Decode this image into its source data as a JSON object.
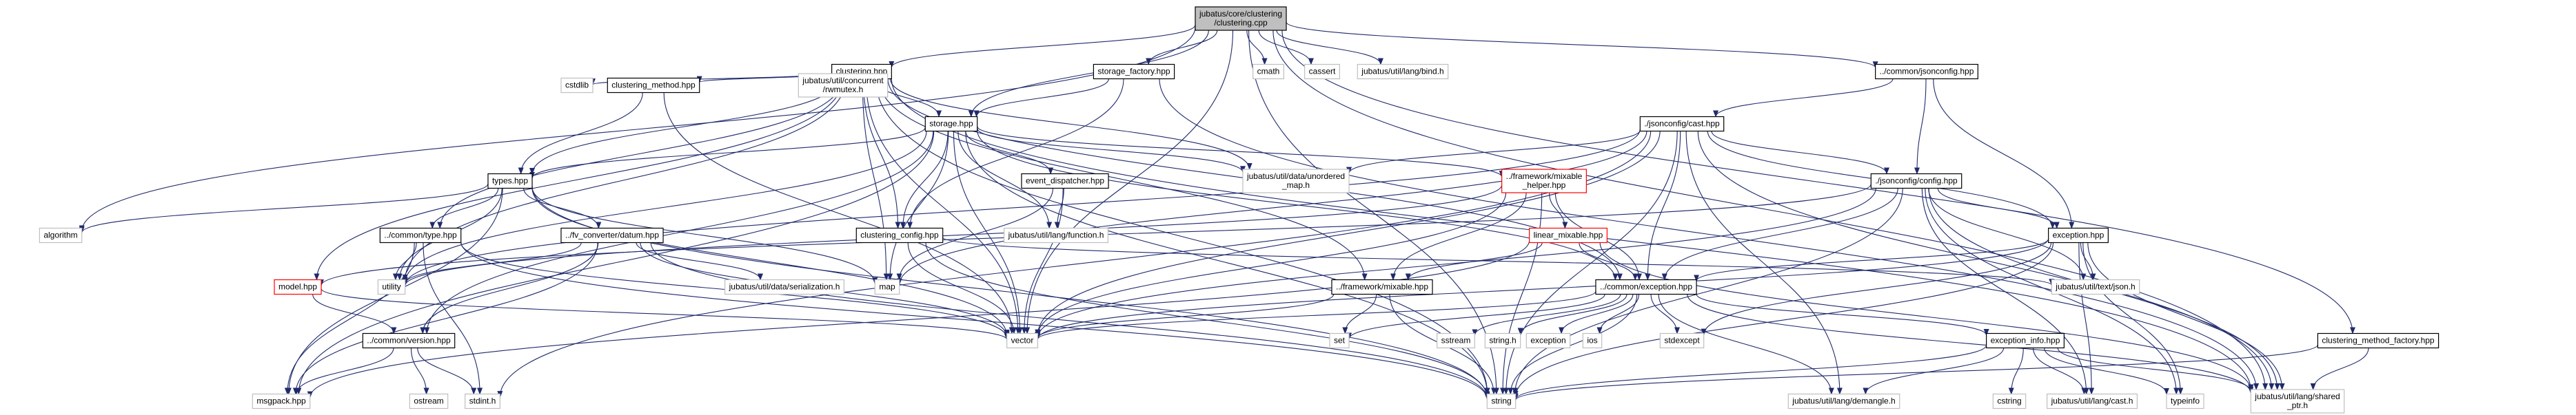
{
  "colors": {
    "edge": "#1f2a6b",
    "node_border": "#bfbfbf",
    "linked_border": "#000000",
    "missing_border": "#ff0000",
    "root_fill": "#bfbfbf"
  },
  "nodes": [
    {
      "id": "root",
      "lines": [
        "jubatus/core/clustering",
        "/clustering.cpp"
      ],
      "kind": "root"
    },
    {
      "id": "clustering_hpp",
      "lines": [
        "clustering.hpp"
      ],
      "kind": "linked"
    },
    {
      "id": "storage_factory_hpp",
      "lines": [
        "storage_factory.hpp"
      ],
      "kind": "linked"
    },
    {
      "id": "cmath",
      "lines": [
        "cmath"
      ],
      "kind": "external"
    },
    {
      "id": "cassert",
      "lines": [
        "cassert"
      ],
      "kind": "external"
    },
    {
      "id": "bind_h",
      "lines": [
        "jubatus/util/lang/bind.h"
      ],
      "kind": "external"
    },
    {
      "id": "common_jsonconfig_hpp",
      "lines": [
        "../common/jsonconfig.hpp"
      ],
      "kind": "linked"
    },
    {
      "id": "cstdlib",
      "lines": [
        "cstdlib"
      ],
      "kind": "external"
    },
    {
      "id": "clustering_method_hpp",
      "lines": [
        "clustering_method.hpp"
      ],
      "kind": "linked"
    },
    {
      "id": "rwmutex_h",
      "lines": [
        "jubatus/util/concurrent",
        "/rwmutex.h"
      ],
      "kind": "external"
    },
    {
      "id": "storage_hpp",
      "lines": [
        "storage.hpp"
      ],
      "kind": "linked"
    },
    {
      "id": "cast_hpp",
      "lines": [
        "./jsonconfig/cast.hpp"
      ],
      "kind": "linked"
    },
    {
      "id": "types_hpp",
      "lines": [
        "types.hpp"
      ],
      "kind": "linked"
    },
    {
      "id": "unordered_map_h",
      "lines": [
        "jubatus/util/data/unordered",
        "_map.h"
      ],
      "kind": "external"
    },
    {
      "id": "event_dispatcher_hpp",
      "lines": [
        "event_dispatcher.hpp"
      ],
      "kind": "linked"
    },
    {
      "id": "mixable_helper_hpp",
      "lines": [
        "../framework/mixable",
        "_helper.hpp"
      ],
      "kind": "missing"
    },
    {
      "id": "jsonconfig_config_hpp",
      "lines": [
        "./jsonconfig/config.hpp"
      ],
      "kind": "linked"
    },
    {
      "id": "algorithm",
      "lines": [
        "algorithm"
      ],
      "kind": "external"
    },
    {
      "id": "common_type_hpp",
      "lines": [
        "../common/type.hpp"
      ],
      "kind": "linked"
    },
    {
      "id": "fv_datum_hpp",
      "lines": [
        "../fv_converter/datum.hpp"
      ],
      "kind": "linked"
    },
    {
      "id": "clustering_config_hpp",
      "lines": [
        "clustering_config.hpp"
      ],
      "kind": "linked"
    },
    {
      "id": "function_h",
      "lines": [
        "jubatus/util/lang/function.h"
      ],
      "kind": "external"
    },
    {
      "id": "linear_mixable_hpp",
      "lines": [
        "linear_mixable.hpp"
      ],
      "kind": "missing"
    },
    {
      "id": "exception_hpp",
      "lines": [
        "exception.hpp"
      ],
      "kind": "linked"
    },
    {
      "id": "model_hpp",
      "lines": [
        "model.hpp"
      ],
      "kind": "missing"
    },
    {
      "id": "utility",
      "lines": [
        "utility"
      ],
      "kind": "external"
    },
    {
      "id": "serialization_h",
      "lines": [
        "jubatus/util/data/serialization.h"
      ],
      "kind": "external"
    },
    {
      "id": "map",
      "lines": [
        "map"
      ],
      "kind": "external"
    },
    {
      "id": "framework_mixable_hpp",
      "lines": [
        "../framework/mixable.hpp"
      ],
      "kind": "linked"
    },
    {
      "id": "common_exception_hpp",
      "lines": [
        "../common/exception.hpp"
      ],
      "kind": "linked"
    },
    {
      "id": "json_h",
      "lines": [
        "jubatus/util/text/json.h"
      ],
      "kind": "external"
    },
    {
      "id": "common_version_hpp",
      "lines": [
        "../common/version.hpp"
      ],
      "kind": "linked"
    },
    {
      "id": "vector",
      "lines": [
        "vector"
      ],
      "kind": "external"
    },
    {
      "id": "set",
      "lines": [
        "set"
      ],
      "kind": "external"
    },
    {
      "id": "sstream",
      "lines": [
        "sstream"
      ],
      "kind": "external"
    },
    {
      "id": "string_h",
      "lines": [
        "string.h"
      ],
      "kind": "external"
    },
    {
      "id": "exception",
      "lines": [
        "exception"
      ],
      "kind": "external"
    },
    {
      "id": "ios",
      "lines": [
        "ios"
      ],
      "kind": "external"
    },
    {
      "id": "stdexcept",
      "lines": [
        "stdexcept"
      ],
      "kind": "external"
    },
    {
      "id": "exception_info_hpp",
      "lines": [
        "exception_info.hpp"
      ],
      "kind": "linked"
    },
    {
      "id": "clustering_method_factory_hpp",
      "lines": [
        "clustering_method_factory.hpp"
      ],
      "kind": "linked"
    },
    {
      "id": "msgpack_hpp",
      "lines": [
        "msgpack.hpp"
      ],
      "kind": "external"
    },
    {
      "id": "ostream",
      "lines": [
        "ostream"
      ],
      "kind": "external"
    },
    {
      "id": "stdint_h",
      "lines": [
        "stdint.h"
      ],
      "kind": "external"
    },
    {
      "id": "string",
      "lines": [
        "string"
      ],
      "kind": "external"
    },
    {
      "id": "demangle_h",
      "lines": [
        "jubatus/util/lang/demangle.h"
      ],
      "kind": "external"
    },
    {
      "id": "cstring",
      "lines": [
        "cstring"
      ],
      "kind": "external"
    },
    {
      "id": "cast_h",
      "lines": [
        "jubatus/util/lang/cast.h"
      ],
      "kind": "external"
    },
    {
      "id": "typeinfo",
      "lines": [
        "typeinfo"
      ],
      "kind": "external"
    },
    {
      "id": "shared_ptr_h",
      "lines": [
        "jubatus/util/lang/shared",
        "_ptr.h"
      ],
      "kind": "external"
    }
  ],
  "edges": [
    [
      "root",
      "clustering_hpp"
    ],
    [
      "root",
      "storage_factory_hpp"
    ],
    [
      "root",
      "cmath"
    ],
    [
      "root",
      "cassert"
    ],
    [
      "root",
      "bind_h"
    ],
    [
      "root",
      "common_jsonconfig_hpp"
    ],
    [
      "root",
      "algorithm"
    ],
    [
      "root",
      "storage_hpp"
    ],
    [
      "root",
      "vector"
    ],
    [
      "root",
      "string"
    ],
    [
      "root",
      "clustering_method_factory_hpp"
    ],
    [
      "root",
      "shared_ptr_h"
    ],
    [
      "clustering_hpp",
      "cstdlib"
    ],
    [
      "clustering_hpp",
      "clustering_method_hpp"
    ],
    [
      "clustering_hpp",
      "rwmutex_h"
    ],
    [
      "clustering_hpp",
      "storage_hpp"
    ],
    [
      "clustering_hpp",
      "types_hpp"
    ],
    [
      "clustering_hpp",
      "unordered_map_h"
    ],
    [
      "clustering_hpp",
      "common_type_hpp"
    ],
    [
      "clustering_hpp",
      "clustering_config_hpp"
    ],
    [
      "clustering_hpp",
      "model_hpp"
    ],
    [
      "clustering_hpp",
      "map"
    ],
    [
      "clustering_hpp",
      "vector"
    ],
    [
      "clustering_hpp",
      "string"
    ],
    [
      "clustering_hpp",
      "shared_ptr_h"
    ],
    [
      "clustering_hpp",
      "framework_mixable_hpp"
    ],
    [
      "clustering_hpp",
      "common_exception_hpp"
    ],
    [
      "clustering_hpp",
      "utility"
    ],
    [
      "storage_factory_hpp",
      "storage_hpp"
    ],
    [
      "storage_factory_hpp",
      "clustering_config_hpp"
    ],
    [
      "storage_factory_hpp",
      "shared_ptr_h"
    ],
    [
      "common_jsonconfig_hpp",
      "cast_hpp"
    ],
    [
      "common_jsonconfig_hpp",
      "jsonconfig_config_hpp"
    ],
    [
      "common_jsonconfig_hpp",
      "exception_hpp"
    ],
    [
      "clustering_method_hpp",
      "types_hpp"
    ],
    [
      "clustering_method_hpp",
      "vector"
    ],
    [
      "storage_hpp",
      "types_hpp"
    ],
    [
      "storage_hpp",
      "event_dispatcher_hpp"
    ],
    [
      "storage_hpp",
      "mixable_helper_hpp"
    ],
    [
      "storage_hpp",
      "clustering_config_hpp"
    ],
    [
      "storage_hpp",
      "unordered_map_h"
    ],
    [
      "storage_hpp",
      "common_version_hpp"
    ],
    [
      "storage_hpp",
      "msgpack_hpp"
    ],
    [
      "storage_hpp",
      "map"
    ],
    [
      "storage_hpp",
      "vector"
    ],
    [
      "storage_hpp",
      "string"
    ],
    [
      "storage_hpp",
      "utility"
    ],
    [
      "storage_hpp",
      "function_h"
    ],
    [
      "storage_hpp",
      "common_exception_hpp"
    ],
    [
      "cast_hpp",
      "jsonconfig_config_hpp"
    ],
    [
      "cast_hpp",
      "exception_hpp"
    ],
    [
      "cast_hpp",
      "map"
    ],
    [
      "cast_hpp",
      "vector"
    ],
    [
      "cast_hpp",
      "string"
    ],
    [
      "cast_hpp",
      "unordered_map_h"
    ],
    [
      "cast_hpp",
      "common_exception_hpp"
    ],
    [
      "cast_hpp",
      "demangle_h"
    ],
    [
      "cast_hpp",
      "shared_ptr_h"
    ],
    [
      "cast_hpp",
      "stdint_h"
    ],
    [
      "cast_hpp",
      "utility"
    ],
    [
      "types_hpp",
      "algorithm"
    ],
    [
      "types_hpp",
      "common_type_hpp"
    ],
    [
      "types_hpp",
      "fv_datum_hpp"
    ],
    [
      "types_hpp",
      "utility"
    ],
    [
      "types_hpp",
      "vector"
    ],
    [
      "types_hpp",
      "msgpack_hpp"
    ],
    [
      "types_hpp",
      "map"
    ],
    [
      "types_hpp",
      "string"
    ],
    [
      "event_dispatcher_hpp",
      "map"
    ],
    [
      "event_dispatcher_hpp",
      "vector"
    ],
    [
      "event_dispatcher_hpp",
      "function_h"
    ],
    [
      "mixable_helper_hpp",
      "linear_mixable_hpp"
    ],
    [
      "mixable_helper_hpp",
      "framework_mixable_hpp"
    ],
    [
      "mixable_helper_hpp",
      "common_exception_hpp"
    ],
    [
      "mixable_helper_hpp",
      "string"
    ],
    [
      "mixable_helper_hpp",
      "vector"
    ],
    [
      "mixable_helper_hpp",
      "utility"
    ],
    [
      "jsonconfig_config_hpp",
      "exception_hpp"
    ],
    [
      "jsonconfig_config_hpp",
      "json_h"
    ],
    [
      "jsonconfig_config_hpp",
      "typeinfo"
    ],
    [
      "jsonconfig_config_hpp",
      "string"
    ],
    [
      "jsonconfig_config_hpp",
      "vector"
    ],
    [
      "jsonconfig_config_hpp",
      "cast_h"
    ],
    [
      "jsonconfig_config_hpp",
      "shared_ptr_h"
    ],
    [
      "jsonconfig_config_hpp",
      "common_exception_hpp"
    ],
    [
      "jsonconfig_config_hpp",
      "model_hpp"
    ],
    [
      "common_type_hpp",
      "utility"
    ],
    [
      "common_type_hpp",
      "vector"
    ],
    [
      "common_type_hpp",
      "string"
    ],
    [
      "common_type_hpp",
      "stdint_h"
    ],
    [
      "common_type_hpp",
      "msgpack_hpp"
    ],
    [
      "fv_datum_hpp",
      "utility"
    ],
    [
      "fv_datum_hpp",
      "vector"
    ],
    [
      "fv_datum_hpp",
      "string"
    ],
    [
      "fv_datum_hpp",
      "serialization_h"
    ],
    [
      "fv_datum_hpp",
      "msgpack_hpp"
    ],
    [
      "fv_datum_hpp",
      "common_version_hpp"
    ],
    [
      "clustering_config_hpp",
      "json_h"
    ],
    [
      "clustering_config_hpp",
      "string"
    ],
    [
      "clustering_config_hpp",
      "vector"
    ],
    [
      "linear_mixable_hpp",
      "framework_mixable_hpp"
    ],
    [
      "linear_mixable_hpp",
      "common_exception_hpp"
    ],
    [
      "linear_mixable_hpp",
      "shared_ptr_h"
    ],
    [
      "linear_mixable_hpp",
      "msgpack_hpp"
    ],
    [
      "exception_hpp",
      "common_exception_hpp"
    ],
    [
      "exception_hpp",
      "json_h"
    ],
    [
      "exception_hpp",
      "string"
    ],
    [
      "exception_hpp",
      "typeinfo"
    ],
    [
      "exception_hpp",
      "vector"
    ],
    [
      "exception_hpp",
      "stdexcept"
    ],
    [
      "exception_hpp",
      "shared_ptr_h"
    ],
    [
      "exception_hpp",
      "cast_h"
    ],
    [
      "model_hpp",
      "common_version_hpp"
    ],
    [
      "model_hpp",
      "vector"
    ],
    [
      "framework_mixable_hpp",
      "set"
    ],
    [
      "framework_mixable_hpp",
      "string"
    ],
    [
      "framework_mixable_hpp",
      "vector"
    ],
    [
      "common_exception_hpp",
      "exception_info_hpp"
    ],
    [
      "common_exception_hpp",
      "sstream"
    ],
    [
      "common_exception_hpp",
      "string_h"
    ],
    [
      "common_exception_hpp",
      "exception"
    ],
    [
      "common_exception_hpp",
      "ios"
    ],
    [
      "common_exception_hpp",
      "stdexcept"
    ],
    [
      "common_exception_hpp",
      "string"
    ],
    [
      "common_exception_hpp",
      "vector"
    ],
    [
      "common_exception_hpp",
      "demangle_h"
    ],
    [
      "common_exception_hpp",
      "shared_ptr_h"
    ],
    [
      "common_exception_hpp",
      "set"
    ],
    [
      "common_version_hpp",
      "msgpack_hpp"
    ],
    [
      "common_version_hpp",
      "ostream"
    ],
    [
      "common_version_hpp",
      "stdint_h"
    ],
    [
      "exception_info_hpp",
      "cstring"
    ],
    [
      "exception_info_hpp",
      "string"
    ],
    [
      "exception_info_hpp",
      "typeinfo"
    ],
    [
      "exception_info_hpp",
      "demangle_h"
    ],
    [
      "exception_info_hpp",
      "cast_h"
    ],
    [
      "exception_info_hpp",
      "shared_ptr_h"
    ],
    [
      "clustering_method_factory_hpp",
      "string"
    ],
    [
      "clustering_method_factory_hpp",
      "shared_ptr_h"
    ]
  ]
}
